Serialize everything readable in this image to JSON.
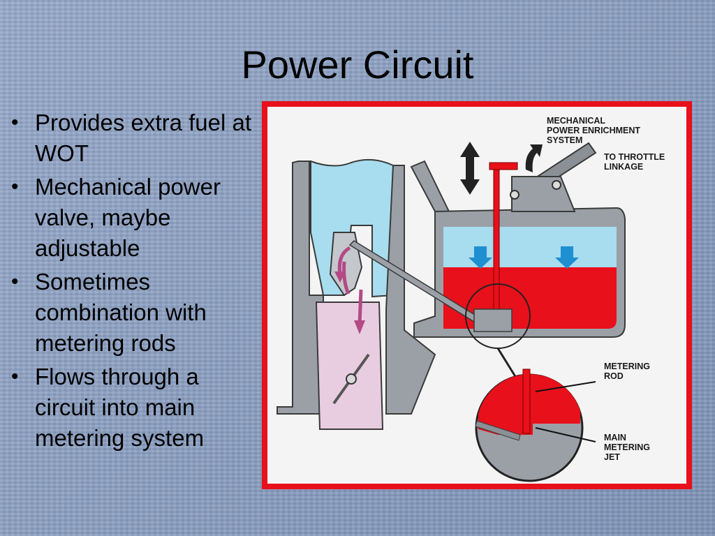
{
  "slide": {
    "title": "Power Circuit",
    "bullets": [
      "Provides extra fuel at WOT",
      "Mechanical power valve, maybe adjustable",
      "Sometimes combination with metering rods",
      "Flows through a circuit into main metering system"
    ]
  },
  "diagram": {
    "labels": {
      "enrichment_1": "MECHANICAL",
      "enrichment_2": "POWER ENRICHMENT",
      "enrichment_3": "SYSTEM",
      "throttle_1": "TO THROTTLE",
      "throttle_2": "LINKAGE",
      "rod_1": "METERING",
      "rod_2": "ROD",
      "jet_1": "MAIN",
      "jet_2": "METERING",
      "jet_3": "JET"
    },
    "colors": {
      "frame": "#e8101a",
      "fuel": "#e8101a",
      "air": "#a8dcef",
      "body": "#9aa0a6",
      "throat": "#e8cce0",
      "flow_arrow": "#b34a86",
      "level_arrow": "#1e8fd0"
    }
  }
}
